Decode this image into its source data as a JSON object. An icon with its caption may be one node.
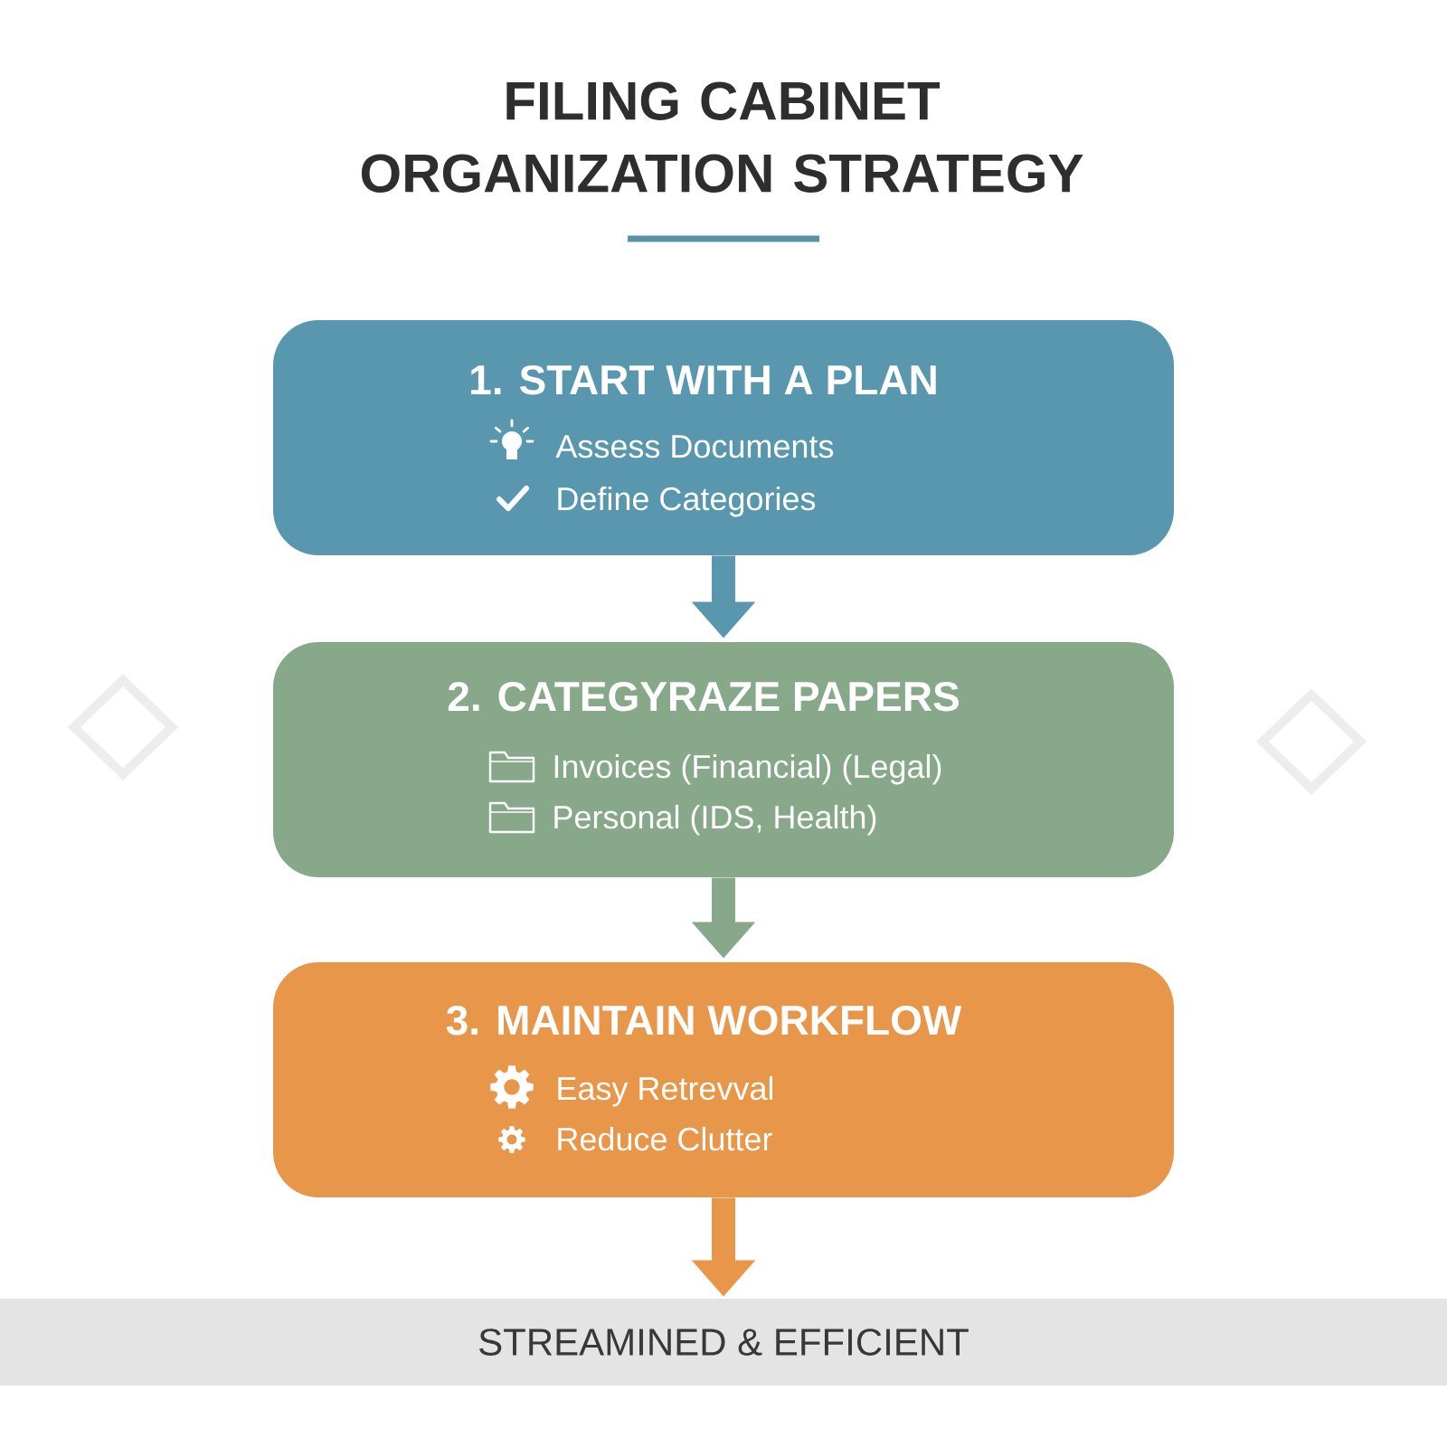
{
  "diagram": {
    "title": "FILING CABINET ORGANIZATION STRATEGY",
    "nodes": [
      {
        "text": [
          "1. START WITH A PLAN",
          "Assess Documents",
          "Define Categories"
        ]
      },
      {
        "text": [
          "2. CATEGYRAZE PAPERS",
          "Invoices (Financial) (Legal)",
          "Personal (IDS, Health)"
        ]
      },
      {
        "text": [
          "3. MAINTAIN WORKFLOW",
          "Easy Retrevval",
          "Reduce Clutter"
        ]
      },
      {
        "text": [
          "STREAMINED & EFFICIENT"
        ]
      }
    ],
    "edges": [
      {
        "from": 0,
        "to": 1,
        "arrow": "to",
        "color": "#5897ad"
      },
      {
        "from": 1,
        "to": 2,
        "arrow": "to",
        "color": "#87a98a"
      },
      {
        "from": 2,
        "to": 3,
        "arrow": "to",
        "color": "#e8964a"
      }
    ]
  }
}
